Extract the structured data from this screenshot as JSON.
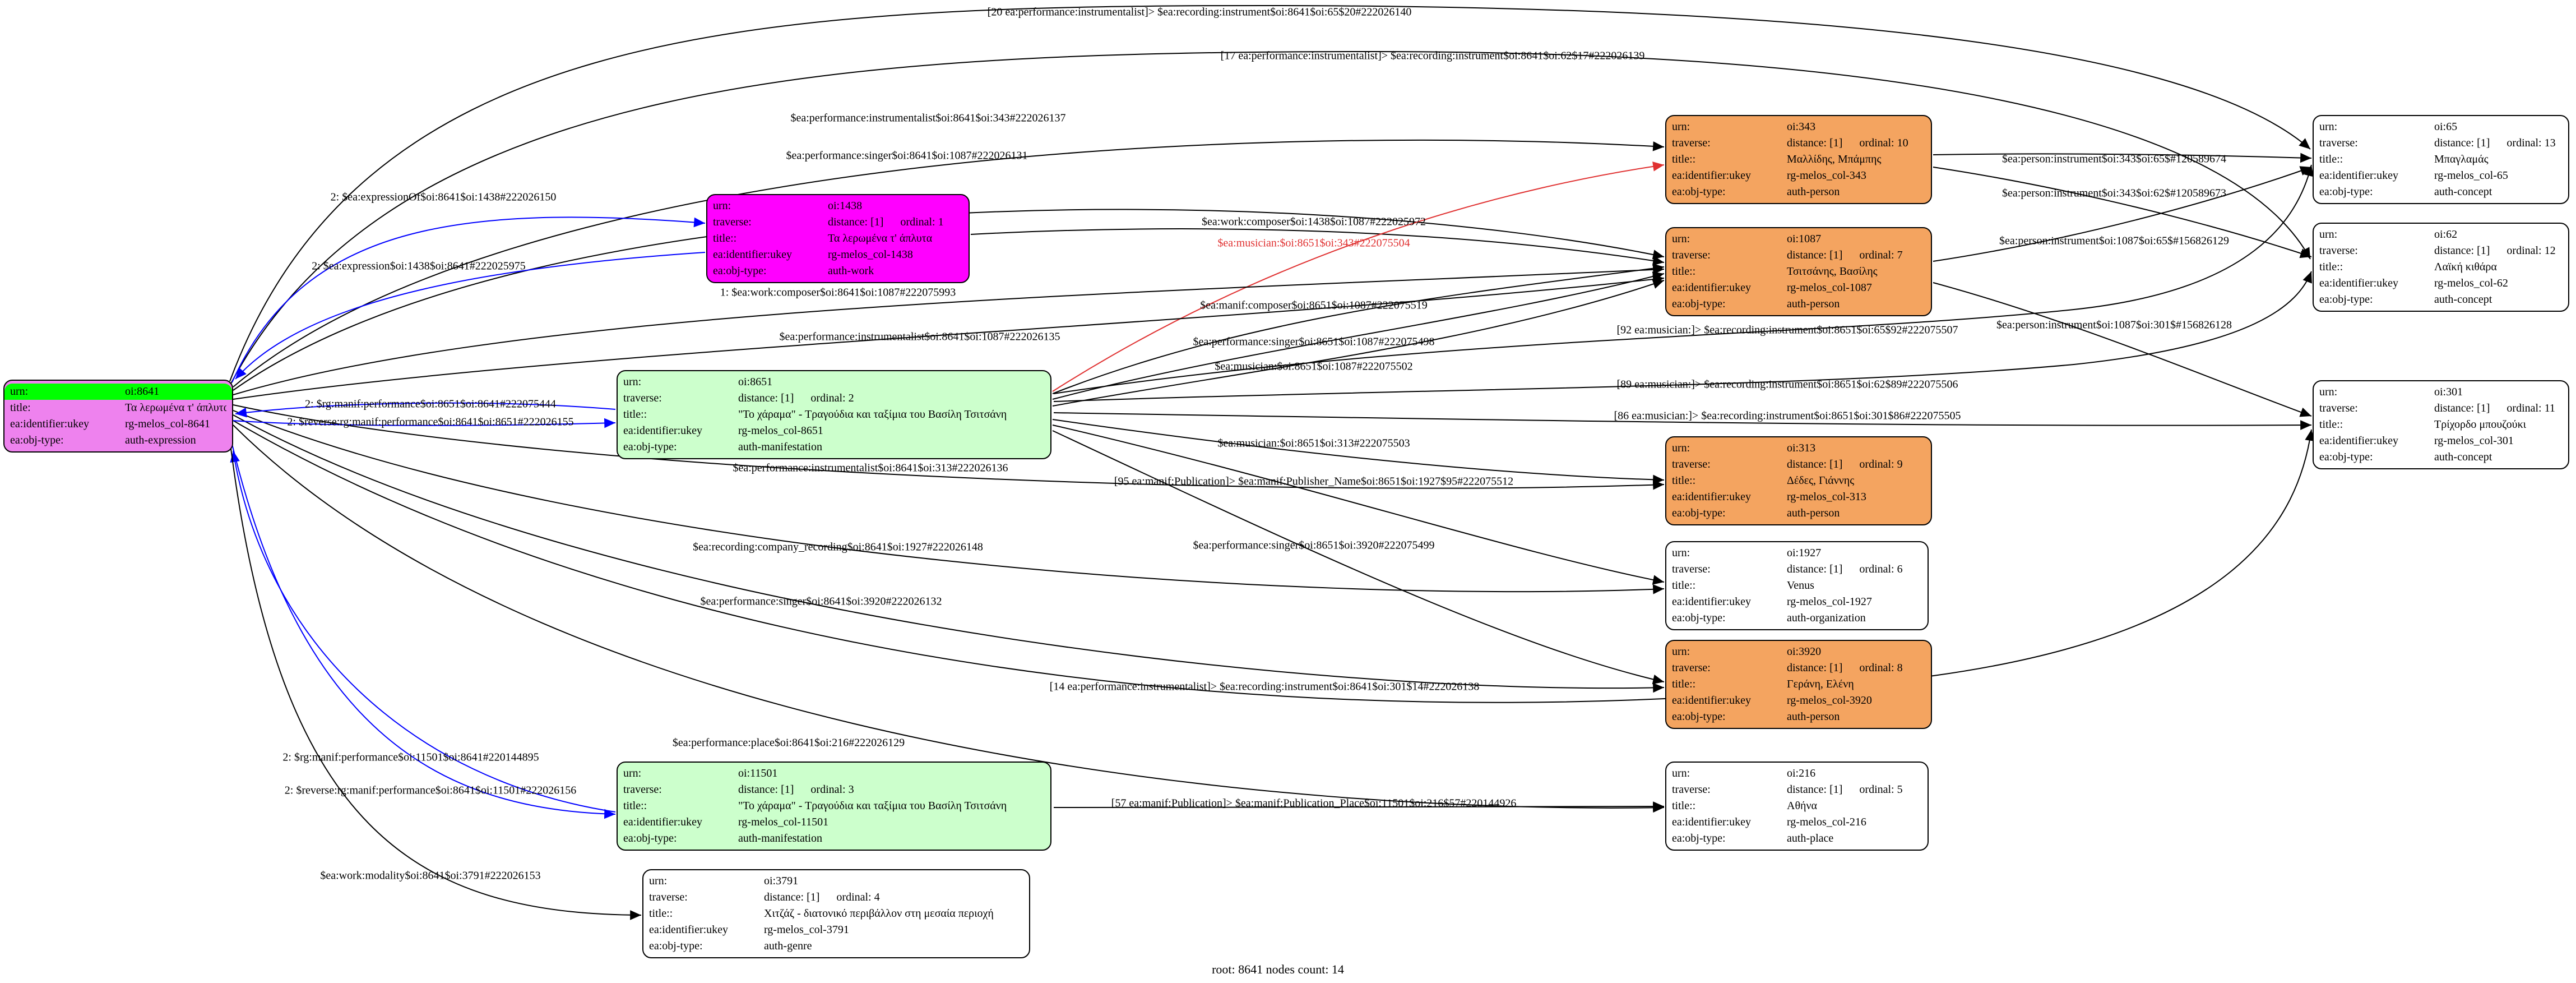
{
  "footer": {
    "text": "root: 8641 nodes count: 14"
  },
  "colors": {
    "edge_default": "#000000",
    "edge_link": "#0000ff",
    "edge_highlight": "#e03131",
    "root_fill": "#ee82ee",
    "root_urn_fill": "#00ff00",
    "work_fill": "#ff00ff",
    "manifestation_fill": "#ccffcc",
    "person_fill": "#f4a460",
    "plain_fill": "#ffffff"
  },
  "nodes": [
    {
      "id": "oi-8641",
      "urn": "oi:8641",
      "fill": "#ee82ee",
      "urn_fill": "#00ff00",
      "rows": [
        [
          "urn:",
          "oi:8641"
        ],
        [
          "title:",
          "Τα λερωμένα τ' άπλυτα"
        ],
        [
          "ea:identifier:ukey",
          "rg-melos_col-8641"
        ],
        [
          "ea:obj-type:",
          "auth-expression"
        ]
      ]
    },
    {
      "id": "oi-1438",
      "urn": "oi:1438",
      "fill": "#ff00ff",
      "rows": [
        [
          "urn:",
          "oi:1438"
        ],
        [
          "traverse:",
          "distance: [1]      ordinal: 1"
        ],
        [
          "title::",
          "Τα λερωμένα τ' άπλυτα"
        ],
        [
          "ea:identifier:ukey",
          "rg-melos_col-1438"
        ],
        [
          "ea:obj-type:",
          "auth-work"
        ]
      ]
    },
    {
      "id": "oi-8651",
      "urn": "oi:8651",
      "fill": "#ccffcc",
      "rows": [
        [
          "urn:",
          "oi:8651"
        ],
        [
          "traverse:",
          "distance: [1]      ordinal: 2"
        ],
        [
          "title::",
          "\"Το χάραμα\" - Τραγούδια και ταξίμια του Βασίλη Τσιτσάνη"
        ],
        [
          "ea:identifier:ukey",
          "rg-melos_col-8651"
        ],
        [
          "ea:obj-type:",
          "auth-manifestation"
        ]
      ]
    },
    {
      "id": "oi-11501",
      "urn": "oi:11501",
      "fill": "#ccffcc",
      "rows": [
        [
          "urn:",
          "oi:11501"
        ],
        [
          "traverse:",
          "distance: [1]      ordinal: 3"
        ],
        [
          "title::",
          "\"Το χάραμα\" - Τραγούδια και ταξίμια του Βασίλη Τσιτσάνη"
        ],
        [
          "ea:identifier:ukey",
          "rg-melos_col-11501"
        ],
        [
          "ea:obj-type:",
          "auth-manifestation"
        ]
      ]
    },
    {
      "id": "oi-3791",
      "urn": "oi:3791",
      "fill": "#ffffff",
      "rows": [
        [
          "urn:",
          "oi:3791"
        ],
        [
          "traverse:",
          "distance: [1]      ordinal: 4"
        ],
        [
          "title::",
          "Χιτζάζ - διατονικό περιβάλλον στη μεσαία περιοχή"
        ],
        [
          "ea:identifier:ukey",
          "rg-melos_col-3791"
        ],
        [
          "ea:obj-type:",
          "auth-genre"
        ]
      ]
    },
    {
      "id": "oi-343",
      "urn": "oi:343",
      "fill": "#f4a460",
      "rows": [
        [
          "urn:",
          "oi:343"
        ],
        [
          "traverse:",
          "distance: [1]      ordinal: 10"
        ],
        [
          "title::",
          "Μαλλίδης, Μπάμπης"
        ],
        [
          "ea:identifier:ukey",
          "rg-melos_col-343"
        ],
        [
          "ea:obj-type:",
          "auth-person"
        ]
      ]
    },
    {
      "id": "oi-1087",
      "urn": "oi:1087",
      "fill": "#f4a460",
      "rows": [
        [
          "urn:",
          "oi:1087"
        ],
        [
          "traverse:",
          "distance: [1]      ordinal: 7"
        ],
        [
          "title::",
          "Τσιτσάνης, Βασίλης"
        ],
        [
          "ea:identifier:ukey",
          "rg-melos_col-1087"
        ],
        [
          "ea:obj-type:",
          "auth-person"
        ]
      ]
    },
    {
      "id": "oi-313",
      "urn": "oi:313",
      "fill": "#f4a460",
      "rows": [
        [
          "urn:",
          "oi:313"
        ],
        [
          "traverse:",
          "distance: [1]      ordinal: 9"
        ],
        [
          "title::",
          "Δέδες, Γιάννης"
        ],
        [
          "ea:identifier:ukey",
          "rg-melos_col-313"
        ],
        [
          "ea:obj-type:",
          "auth-person"
        ]
      ]
    },
    {
      "id": "oi-1927",
      "urn": "oi:1927",
      "fill": "#ffffff",
      "rows": [
        [
          "urn:",
          "oi:1927"
        ],
        [
          "traverse:",
          "distance: [1]      ordinal: 6"
        ],
        [
          "title::",
          "Venus"
        ],
        [
          "ea:identifier:ukey",
          "rg-melos_col-1927"
        ],
        [
          "ea:obj-type:",
          "auth-organization"
        ]
      ]
    },
    {
      "id": "oi-3920",
      "urn": "oi:3920",
      "fill": "#f4a460",
      "rows": [
        [
          "urn:",
          "oi:3920"
        ],
        [
          "traverse:",
          "distance: [1]      ordinal: 8"
        ],
        [
          "title::",
          "Γεράνη, Ελένη"
        ],
        [
          "ea:identifier:ukey",
          "rg-melos_col-3920"
        ],
        [
          "ea:obj-type:",
          "auth-person"
        ]
      ]
    },
    {
      "id": "oi-216",
      "urn": "oi:216",
      "fill": "#ffffff",
      "rows": [
        [
          "urn:",
          "oi:216"
        ],
        [
          "traverse:",
          "distance: [1]      ordinal: 5"
        ],
        [
          "title::",
          "Αθήνα"
        ],
        [
          "ea:identifier:ukey",
          "rg-melos_col-216"
        ],
        [
          "ea:obj-type:",
          "auth-place"
        ]
      ]
    },
    {
      "id": "oi-65",
      "urn": "oi:65",
      "fill": "#ffffff",
      "rows": [
        [
          "urn:",
          "oi:65"
        ],
        [
          "traverse:",
          "distance: [1]      ordinal: 13"
        ],
        [
          "title::",
          "Μπαγλαμάς"
        ],
        [
          "ea:identifier:ukey",
          "rg-melos_col-65"
        ],
        [
          "ea:obj-type:",
          "auth-concept"
        ]
      ]
    },
    {
      "id": "oi-62",
      "urn": "oi:62",
      "fill": "#ffffff",
      "rows": [
        [
          "urn:",
          "oi:62"
        ],
        [
          "traverse:",
          "distance: [1]      ordinal: 12"
        ],
        [
          "title::",
          "Λαϊκή κιθάρα"
        ],
        [
          "ea:identifier:ukey",
          "rg-melos_col-62"
        ],
        [
          "ea:obj-type:",
          "auth-concept"
        ]
      ]
    },
    {
      "id": "oi-301",
      "urn": "oi:301",
      "fill": "#ffffff",
      "rows": [
        [
          "urn:",
          "oi:301"
        ],
        [
          "traverse:",
          "distance: [1]      ordinal: 11"
        ],
        [
          "title::",
          "Τρίχορδο μπουζούκι"
        ],
        [
          "ea:identifier:ukey",
          "rg-melos_col-301"
        ],
        [
          "ea:obj-type:",
          "auth-concept"
        ]
      ]
    }
  ],
  "edges": [
    {
      "id": "ri-8641-65",
      "color": "#000000",
      "label": "[20 ea:performance:instrumentalist]> $ea:recording:instrument$oi:8641$oi:65$20#222026140"
    },
    {
      "id": "ri-8641-62",
      "color": "#000000",
      "label": "[17 ea:performance:instrumentalist]> $ea:recording:instrument$oi:8641$oi:62$17#222026139"
    },
    {
      "id": "pi-8641-343",
      "color": "#000000",
      "label": "$ea:performance:instrumentalist$oi:8641$oi:343#222026137"
    },
    {
      "id": "ps-8641-1087",
      "color": "#000000",
      "label": "$ea:performance:singer$oi:8641$oi:1087#222026131"
    },
    {
      "id": "exof-8641-1438",
      "color": "#0000ff",
      "label": "2: $ea:expressionOf$oi:8641$oi:1438#222026150"
    },
    {
      "id": "ex-1438-8641",
      "color": "#0000ff",
      "label": "2: $ea:expression$oi:1438$oi:8641#222025975"
    },
    {
      "id": "wc-1438-1087",
      "color": "#000000",
      "label": "$ea:work:composer$oi:1438$oi:1087#222025972"
    },
    {
      "id": "mu-8651-343",
      "color": "#e03131",
      "label_color": "#e03131",
      "label": "$ea:musician:$oi:8651$oi:343#222075504"
    },
    {
      "id": "wc-8641-1087",
      "color": "#000000",
      "label": "1: $ea:work:composer$oi:8641$oi:1087#222075993"
    },
    {
      "id": "pi-8641-1087",
      "color": "#000000",
      "label": "$ea:performance:instrumentalist$oi:8641$oi:1087#222026135"
    },
    {
      "id": "mc-8651-1087",
      "color": "#000000",
      "label": "$ea:manif:composer$oi:8651$oi:1087#222075519"
    },
    {
      "id": "ps-8651-1087",
      "color": "#000000",
      "label": "$ea:performance:singer$oi:8651$oi:1087#222075498"
    },
    {
      "id": "mu-8651-1087",
      "color": "#000000",
      "label": "$ea:musician:$oi:8651$oi:1087#222075502"
    },
    {
      "id": "ri-8651-65",
      "color": "#000000",
      "label": "[92 ea:musician:]> $ea:recording:instrument$oi:8651$oi:65$92#222075507"
    },
    {
      "id": "ri-8651-62",
      "color": "#000000",
      "label": "[89 ea:musician:]> $ea:recording:instrument$oi:8651$oi:62$89#222075506"
    },
    {
      "id": "ri-8651-301",
      "color": "#000000",
      "label": "[86 ea:musician:]> $ea:recording:instrument$oi:8651$oi:301$86#222075505"
    },
    {
      "id": "mu-8651-313",
      "color": "#000000",
      "label": "$ea:musician:$oi:8651$oi:313#222075503"
    },
    {
      "id": "pi-8641-313",
      "color": "#000000",
      "label": "$ea:performance:instrumentalist$oi:8641$oi:313#222026136"
    },
    {
      "id": "pn-8651-1927",
      "color": "#000000",
      "label": "[95 ea:manif:Publication]> $ea:manif:Publisher_Name$oi:8651$oi:1927$95#222075512"
    },
    {
      "id": "cr-8641-1927",
      "color": "#000000",
      "label": "$ea:recording:company_recording$oi:8641$oi:1927#222026148"
    },
    {
      "id": "ps-8651-3920",
      "color": "#000000",
      "label": "$ea:performance:singer$oi:8651$oi:3920#222075499"
    },
    {
      "id": "ps-8641-3920",
      "color": "#000000",
      "label": "$ea:performance:singer$oi:8641$oi:3920#222026132"
    },
    {
      "id": "ri-8641-301",
      "color": "#000000",
      "label": "[14 ea:performance:instrumentalist]> $ea:recording:instrument$oi:8641$oi:301$14#222026138"
    },
    {
      "id": "pp-8641-216",
      "color": "#000000",
      "label": "$ea:performance:place$oi:8641$oi:216#222026129"
    },
    {
      "id": "rmp-11501-8641",
      "color": "#0000ff",
      "label": "2: $rg:manif:performance$oi:11501$oi:8641#220144895"
    },
    {
      "id": "rrmp-8641-11501",
      "color": "#0000ff",
      "label": "2: $reverse:rg:manif:performance$oi:8641$oi:11501#222026156"
    },
    {
      "id": "rmp-8651-8641",
      "color": "#0000ff",
      "label": "2: $rg:manif:performance$oi:8651$oi:8641#222075444"
    },
    {
      "id": "rrmp-8641-8651",
      "color": "#0000ff",
      "label": "2: $reverse:rg:manif:performance$oi:8641$oi:8651#222026155"
    },
    {
      "id": "pubp-11501-216",
      "color": "#000000",
      "label": "[57 ea:manif:Publication]> $ea:manif:Publication_Place$oi:11501$oi:216$57#220144926"
    },
    {
      "id": "wm-8641-3791",
      "color": "#000000",
      "label": "$ea:work:modality$oi:8641$oi:3791#222026153"
    },
    {
      "id": "persi-343-65",
      "color": "#000000",
      "label": "$ea:person:instrument$oi:343$oi:65$#120589674"
    },
    {
      "id": "persi-343-62",
      "color": "#000000",
      "label": "$ea:person:instrument$oi:343$oi:62$#120589673"
    },
    {
      "id": "persi-1087-65",
      "color": "#000000",
      "label": "$ea:person:instrument$oi:1087$oi:65$#156826129"
    },
    {
      "id": "persi-1087-301",
      "color": "#000000",
      "label": "$ea:person:instrument$oi:1087$oi:301$#156826128"
    }
  ]
}
